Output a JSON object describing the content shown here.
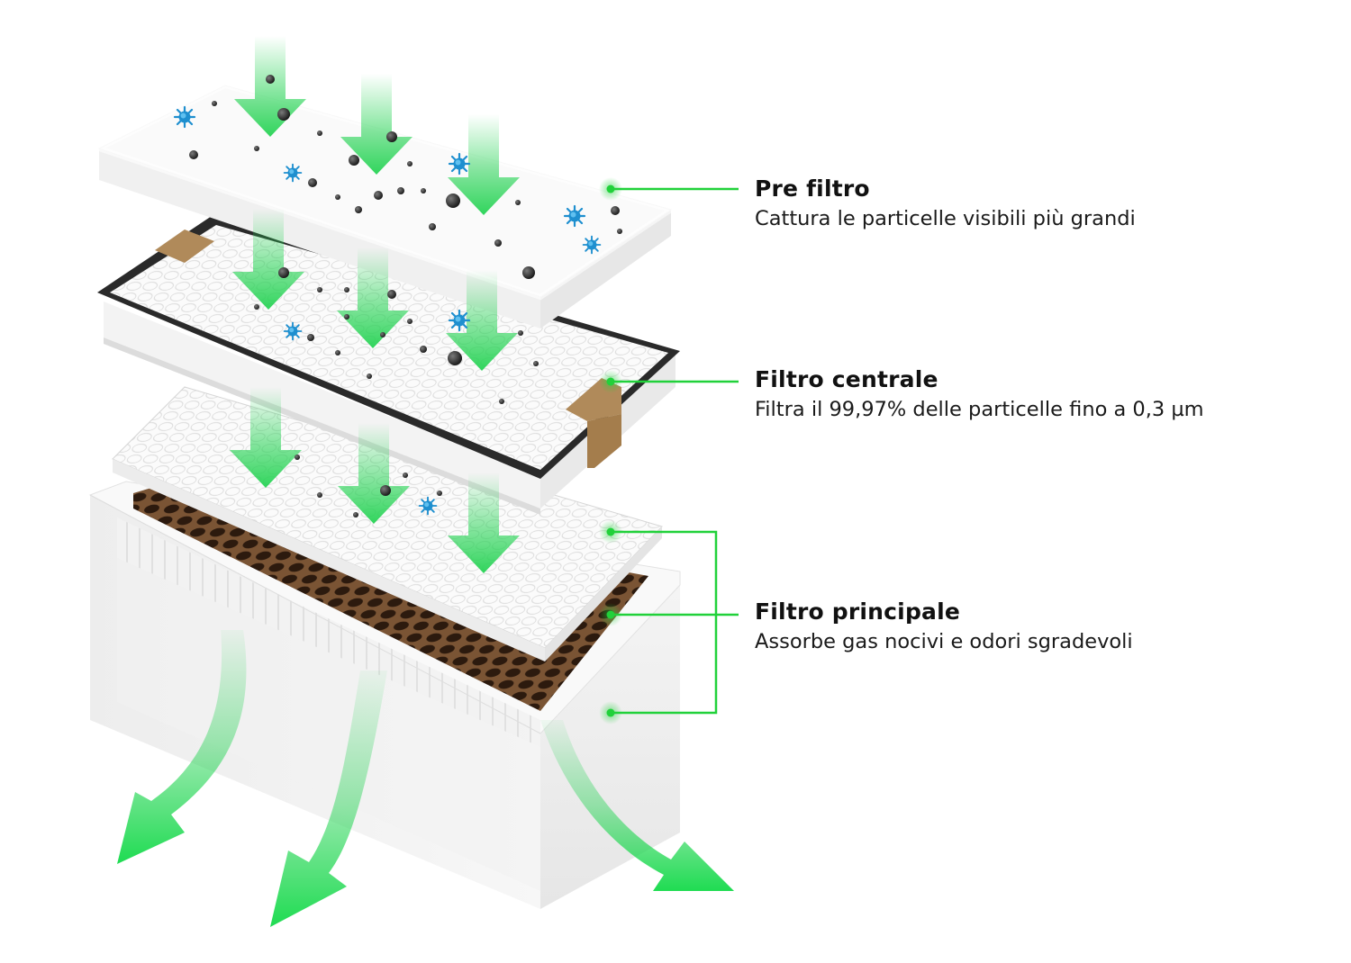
{
  "colors": {
    "accent_green": "#21d13a",
    "arrow_green": "#26d354",
    "dust": "#2b2b2b",
    "virus": "#1e8fcf",
    "carbon": "#5a3b22",
    "frame_dark": "#2a2a2a",
    "tape": "#b08a5a"
  },
  "layers": [
    {
      "id": "pre",
      "title": "Pre filtro",
      "description": "Cattura le particelle visibili più grandi"
    },
    {
      "id": "central",
      "title": "Filtro centrale",
      "description": "Filtra il 99,97% delle particelle fino a 0,3 µm"
    },
    {
      "id": "main",
      "title": "Filtro principale",
      "description": "Assorbe gas nocivi e odori sgradevoli"
    }
  ],
  "icons": {
    "dust": "dust-particle-icon",
    "virus": "virus-icon",
    "airflow": "airflow-arrow-icon"
  }
}
